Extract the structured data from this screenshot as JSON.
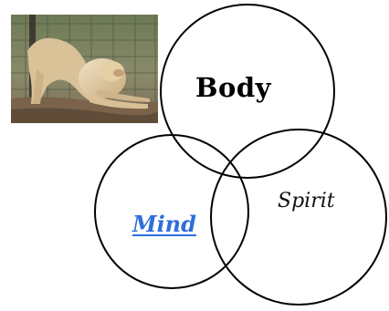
{
  "photo": {
    "subject": "lion stretching",
    "icon": "lion-photo"
  },
  "venn": {
    "circles": [
      {
        "id": "body",
        "label": "Body"
      },
      {
        "id": "mind",
        "label": "Mind"
      },
      {
        "id": "spirit",
        "label": "Spirit"
      }
    ],
    "stroke_color": "#000000",
    "link_color": "#2e6fd8"
  }
}
